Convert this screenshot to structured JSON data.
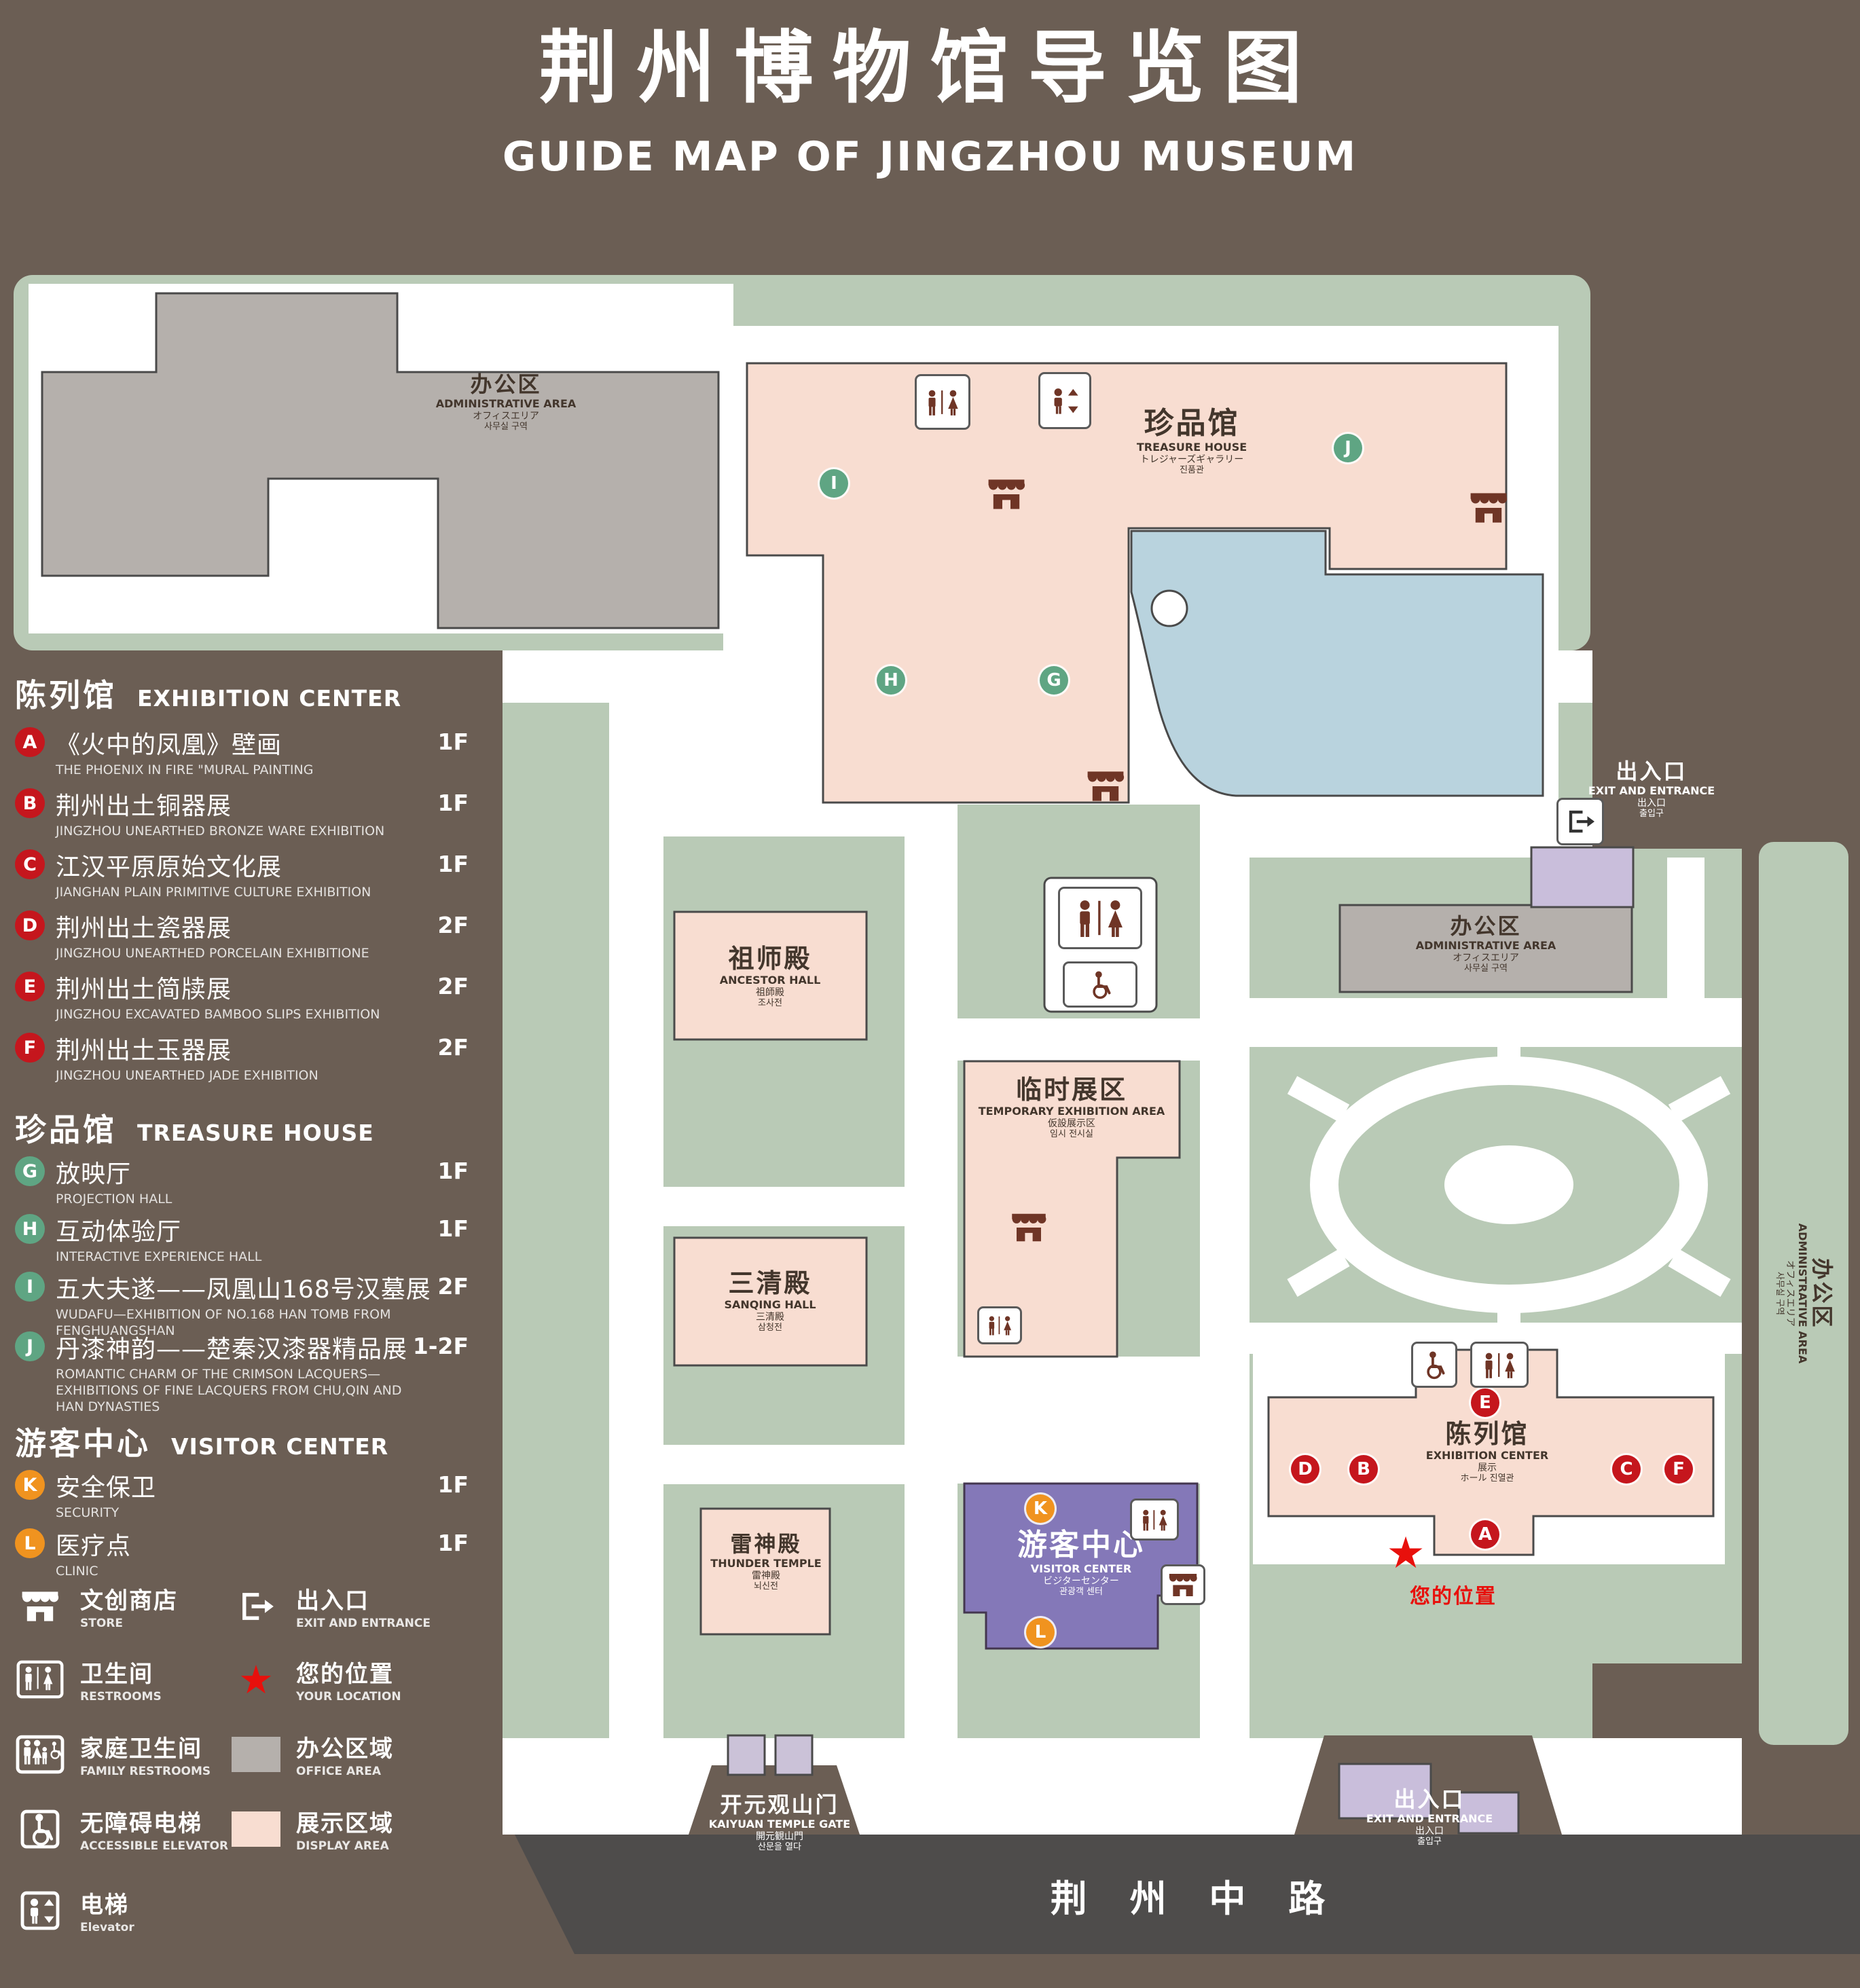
{
  "title": {
    "zh": "荆州博物馆导览图",
    "en": "GUIDE MAP OF JINGZHOU MUSEUM"
  },
  "colors": {
    "background": "#6b5e54",
    "green": "#b9cab6",
    "display_pink": "#f8ddd1",
    "office_gray": "#b5b0ac",
    "visitor_purple": "#8478b8",
    "lavender": "#c9bedb",
    "pond_blue": "#b9d3de",
    "road_gray": "#4e4c4b",
    "badge_red": "#c5161d",
    "badge_green": "#5fa583",
    "badge_orange": "#f0931f",
    "icon_brown": "#6f3526",
    "star_red": "#e8100c"
  },
  "legend": {
    "sections": [
      {
        "zh": "陈列馆",
        "en": "EXHIBITION CENTER",
        "items": [
          {
            "letter": "A",
            "zh": "《火中的凤凰》壁画",
            "en": "THE PHOENIX IN FIRE \"MURAL PAINTING",
            "floor": "1F"
          },
          {
            "letter": "B",
            "zh": "荆州出土铜器展",
            "en": "JINGZHOU UNEARTHED BRONZE WARE EXHIBITION",
            "floor": "1F"
          },
          {
            "letter": "C",
            "zh": "江汉平原原始文化展",
            "en": "JIANGHAN PLAIN PRIMITIVE CULTURE EXHIBITION",
            "floor": "1F"
          },
          {
            "letter": "D",
            "zh": "荆州出土瓷器展",
            "en": "JINGZHOU UNEARTHED PORCELAIN EXHIBITIONE",
            "floor": "2F"
          },
          {
            "letter": "E",
            "zh": "荆州出土简牍展",
            "en": "JINGZHOU EXCAVATED BAMBOO SLIPS EXHIBITION",
            "floor": "2F"
          },
          {
            "letter": "F",
            "zh": "荆州出土玉器展",
            "en": "JINGZHOU UNEARTHED JADE EXHIBITION",
            "floor": "2F"
          }
        ]
      },
      {
        "zh": "珍品馆",
        "en": "TREASURE HOUSE",
        "items": [
          {
            "letter": "G",
            "zh": "放映厅",
            "en": "PROJECTION HALL",
            "floor": "1F"
          },
          {
            "letter": "H",
            "zh": "互动体验厅",
            "en": "INTERACTIVE EXPERIENCE HALL",
            "floor": "1F"
          },
          {
            "letter": "I",
            "zh": "五大夫遂——凤凰山168号汉墓展",
            "en": "WUDAFU—EXHIBITION OF NO.168 HAN TOMB FROM FENGHUANGSHAN",
            "floor": "2F"
          },
          {
            "letter": "J",
            "zh": "丹漆神韵——楚秦汉漆器精品展",
            "en": "ROMANTIC CHARM OF THE CRIMSON LACQUERS—EXHIBITIONS OF FINE LACQUERS FROM CHU,QIN AND HAN DYNASTIES",
            "floor": "1-2F"
          }
        ]
      },
      {
        "zh": "游客中心",
        "en": "VISITOR CENTER",
        "items": [
          {
            "letter": "K",
            "zh": "安全保卫",
            "en": "SECURITY",
            "floor": "1F"
          },
          {
            "letter": "L",
            "zh": "医疗点",
            "en": "CLINIC",
            "floor": "1F"
          }
        ]
      }
    ],
    "symbols": [
      {
        "icon": "store-icon",
        "zh": "文创商店",
        "en": "STORE"
      },
      {
        "icon": "exit-icon",
        "zh": "出入口",
        "en": "EXIT AND ENTRANCE"
      },
      {
        "icon": "restroom-icon",
        "zh": "卫生间",
        "en": "RESTROOMS"
      },
      {
        "icon": "location-star-icon",
        "zh": "您的位置",
        "en": "YOUR LOCATION"
      },
      {
        "icon": "family-restroom-icon",
        "zh": "家庭卫生间",
        "en": "FAMILY RESTROOMS"
      },
      {
        "icon": "office-area-swatch",
        "zh": "办公区域",
        "en": "OFFICE AREA"
      },
      {
        "icon": "accessible-elevator-icon",
        "zh": "无障碍电梯",
        "en": "ACCESSIBLE ELEVATOR"
      },
      {
        "icon": "display-area-swatch",
        "zh": "展示区域",
        "en": "DISPLAY AREA"
      },
      {
        "icon": "elevator-icon",
        "zh": "电梯",
        "en": "Elevator"
      }
    ]
  },
  "map": {
    "letters": [
      "A",
      "B",
      "C",
      "D",
      "E",
      "F",
      "G",
      "H",
      "I",
      "J",
      "K",
      "L"
    ],
    "labels": {
      "admin_tl": {
        "zh": "办公区",
        "en": "ADMINISTRATIVE AREA",
        "ja": "オフィスエリア",
        "ko": "사무실 구역"
      },
      "treasure": {
        "zh": "珍品馆",
        "en": "TREASURE HOUSE",
        "ja": "トレジャーズギャラリー",
        "ko": "진품관"
      },
      "exit_top": {
        "zh": "出入口",
        "en": "EXIT AND ENTRANCE",
        "ja": "出入口",
        "ko": "출입구"
      },
      "ancestor": {
        "zh": "祖师殿",
        "en": "ANCESTOR HALL",
        "ja": "祖師殿",
        "ko": "조사전"
      },
      "admin_right": {
        "zh": "办公区",
        "en": "ADMINISTRATIVE AREA",
        "ja": "オフィスエリア",
        "ko": "사무실 구역"
      },
      "temporary": {
        "zh": "临时展区",
        "en": "TEMPORARY EXHIBITION AREA",
        "ja": "仮設展示区",
        "ko": "임시 전시실"
      },
      "sanqing": {
        "zh": "三清殿",
        "en": "SANQING HALL",
        "ja": "三清殿",
        "ko": "삼청전"
      },
      "admin_strip": {
        "zh": "办公区",
        "en": "ADMINISTRATIVE AREA",
        "ja": "オフィスエリア",
        "ko": "사무실 구역"
      },
      "exhibition": {
        "zh": "陈列馆",
        "en": "EXHIBITION CENTER",
        "ja": "展示",
        "ko": "ホール 진열관"
      },
      "thunder": {
        "zh": "雷神殿",
        "en": "THUNDER TEMPLE",
        "ja": "雷神殿",
        "ko": "뇌신전"
      },
      "visitor": {
        "zh": "游客中心",
        "en": "VISITOR CENTER",
        "ja": "ビジターセンター",
        "ko": "관광객 센터"
      },
      "gate": {
        "zh": "开元观山门",
        "en": "KAIYUAN TEMPLE GATE",
        "ja": "開元観山門",
        "ko": "산문을 열다"
      },
      "exit_bottom": {
        "zh": "出入口",
        "en": "EXIT AND ENTRANCE",
        "ja": "出入口",
        "ko": "출입구"
      },
      "your_location": "您的位置",
      "road": "荆 州 中 路"
    }
  }
}
